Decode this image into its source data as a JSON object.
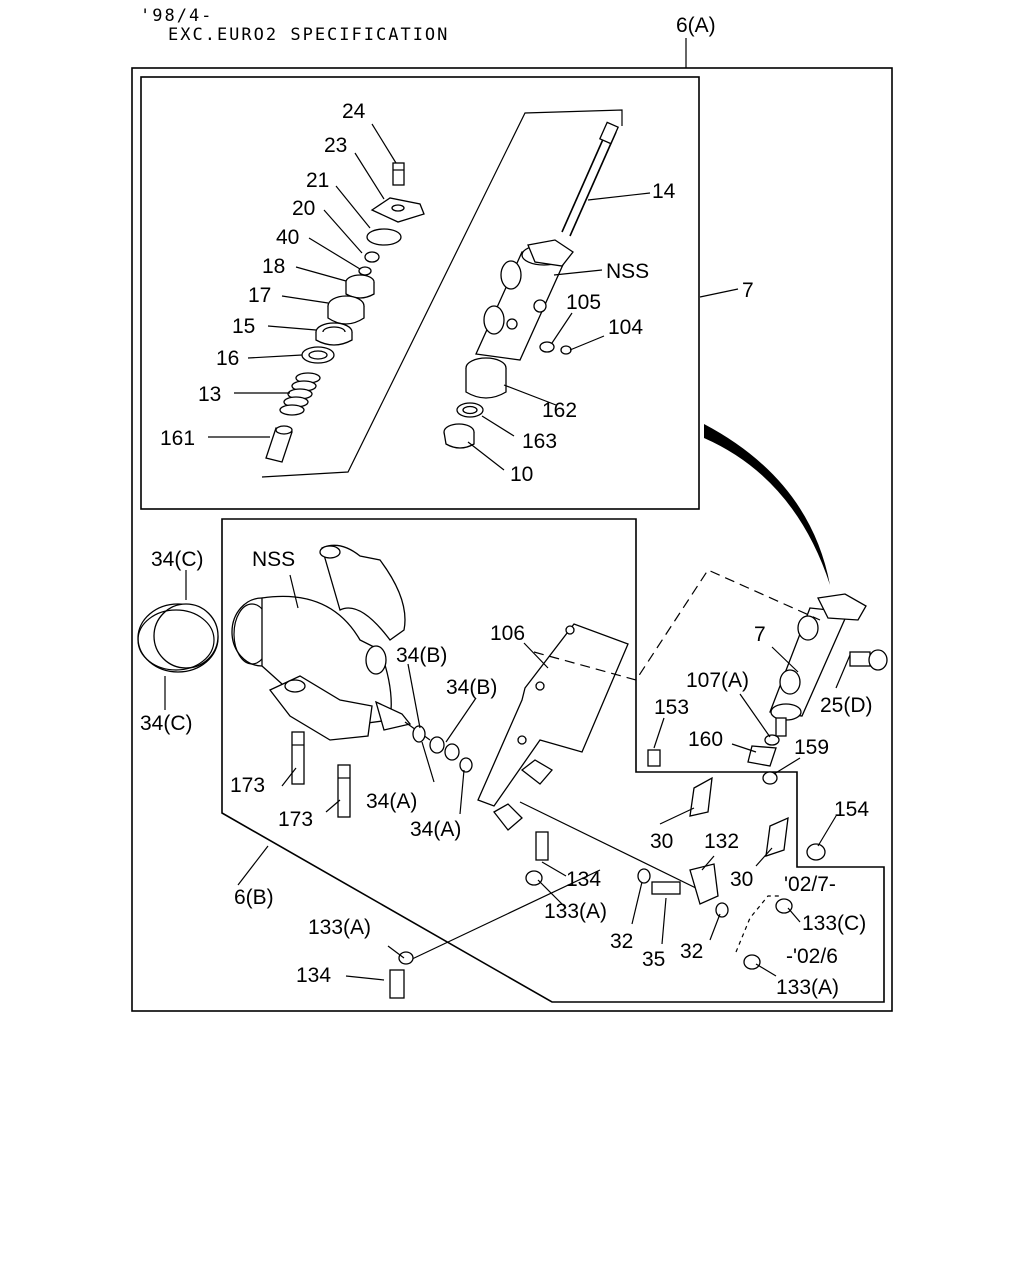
{
  "header": {
    "date_line": "'98/4-",
    "spec_line": "EXC.EURO2 SPECIFICATION"
  },
  "callouts": {
    "c6a": "6(A)",
    "c7_outer": "7",
    "c24": "24",
    "c23": "23",
    "c21": "21",
    "c20": "20",
    "c40": "40",
    "c18": "18",
    "c17": "17",
    "c15": "15",
    "c16": "16",
    "c13": "13",
    "c161": "161",
    "c14": "14",
    "cnss_top": "NSS",
    "c105": "105",
    "c104": "104",
    "c162": "162",
    "c163": "163",
    "c10": "10",
    "c34c_top": "34(C)",
    "c34c_bot": "34(C)",
    "cnss_low": "NSS",
    "c34b_1": "34(B)",
    "c34b_2": "34(B)",
    "c34a_1": "34(A)",
    "c34a_2": "34(A)",
    "c173_1": "173",
    "c173_2": "173",
    "c6b": "6(B)",
    "c106": "106",
    "c7_inner": "7",
    "c25d": "25(D)",
    "c107a": "107(A)",
    "c153": "153",
    "c160": "160",
    "c159": "159",
    "c154": "154",
    "c30_1": "30",
    "c30_2": "30",
    "c132": "132",
    "c134_mid": "134",
    "c133a_mid": "133(A)",
    "c32_1": "32",
    "c32_2": "32",
    "c35": "35",
    "c0207": "'02/7-",
    "c133c": "133(C)",
    "c0206": "-'02/6",
    "c133a_right": "133(A)",
    "c133a_low": "133(A)",
    "c134_low": "134"
  }
}
